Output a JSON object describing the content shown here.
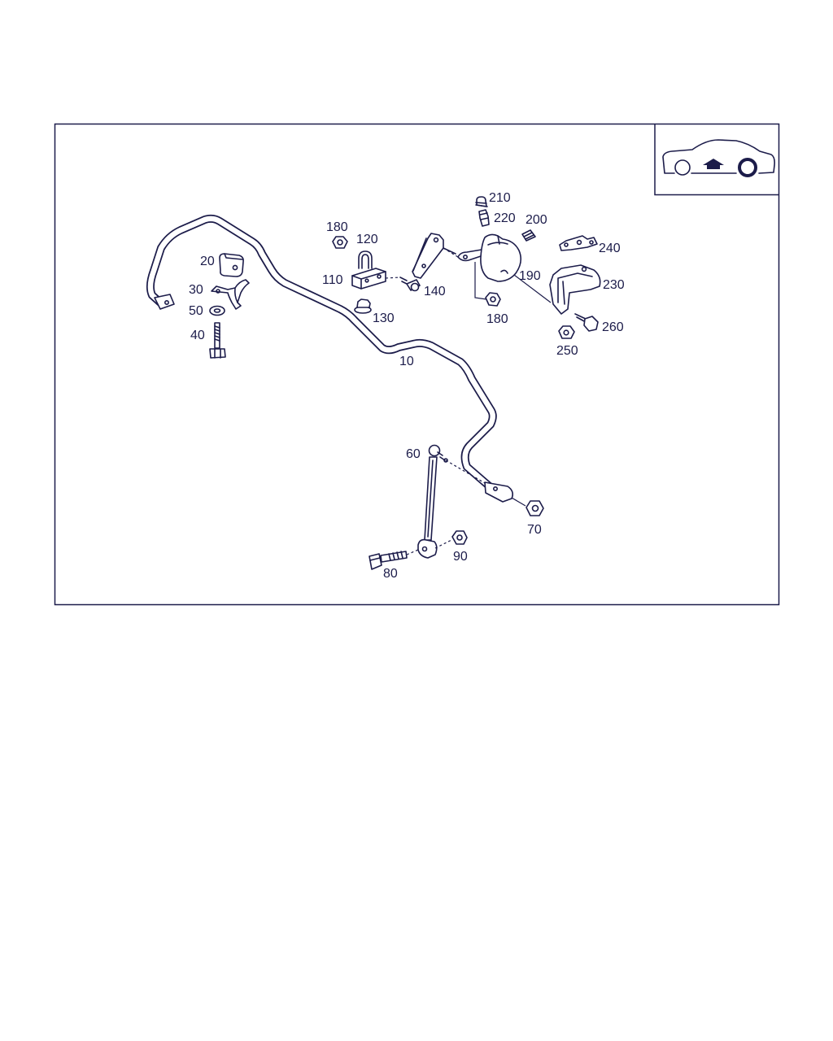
{
  "labels": {
    "l10": "10",
    "l20": "20",
    "l30": "30",
    "l40": "40",
    "l50": "50",
    "l60": "60",
    "l70": "70",
    "l80": "80",
    "l90": "90",
    "l110": "110",
    "l120": "120",
    "l130": "130",
    "l140": "140",
    "l180a": "180",
    "l180b": "180",
    "l190": "190",
    "l200": "200",
    "l210": "210",
    "l220": "220",
    "l230": "230",
    "l240": "240",
    "l250": "250",
    "l260": "260"
  },
  "colors": {
    "ink": "#1c1c4a",
    "background": "#ffffff"
  },
  "inset_icon": "car-rear-axle-arrow-icon"
}
